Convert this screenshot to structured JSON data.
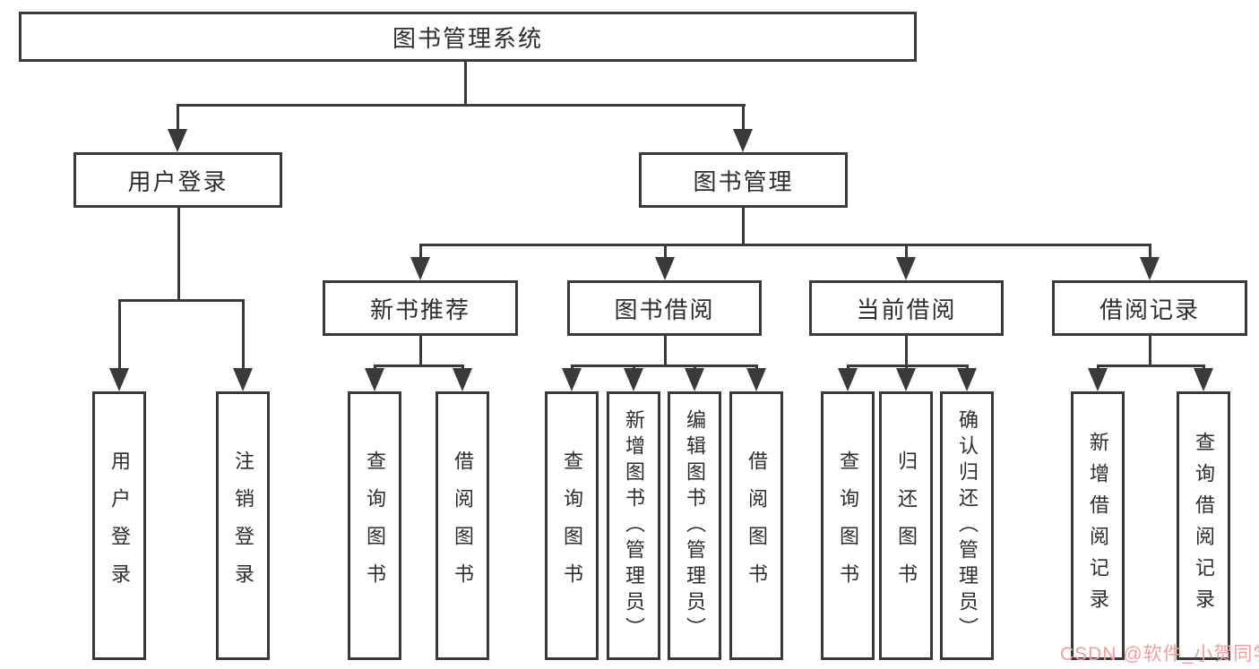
{
  "tree": {
    "root": {
      "label": "图书管理系统"
    },
    "branches": [
      {
        "label": "用户登录",
        "children": [
          {
            "label": "用户登录"
          },
          {
            "label": "注销登录"
          }
        ]
      },
      {
        "label": "图书管理",
        "children": [
          {
            "label": "新书推荐",
            "children": [
              {
                "label": "查询图书"
              },
              {
                "label": "借阅图书"
              }
            ]
          },
          {
            "label": "图书借阅",
            "children": [
              {
                "label": "查询图书"
              },
              {
                "label": "新增图书（管理员）"
              },
              {
                "label": "编辑图书（管理员）"
              },
              {
                "label": "借阅图书"
              }
            ]
          },
          {
            "label": "当前借阅",
            "children": [
              {
                "label": "查询图书"
              },
              {
                "label": "归还图书"
              },
              {
                "label": "确认归还（管理员）"
              }
            ]
          },
          {
            "label": "借阅记录",
            "children": [
              {
                "label": "新增借阅记录"
              },
              {
                "label": "查询借阅记录"
              }
            ]
          }
        ]
      }
    ]
  },
  "watermark": {
    "text": "CSDN @软件_小贺同学",
    "color": "#f19e9c"
  },
  "colors": {
    "line": "#3a3a3a",
    "text": "#2d2d2d",
    "background": "#ffffff"
  }
}
